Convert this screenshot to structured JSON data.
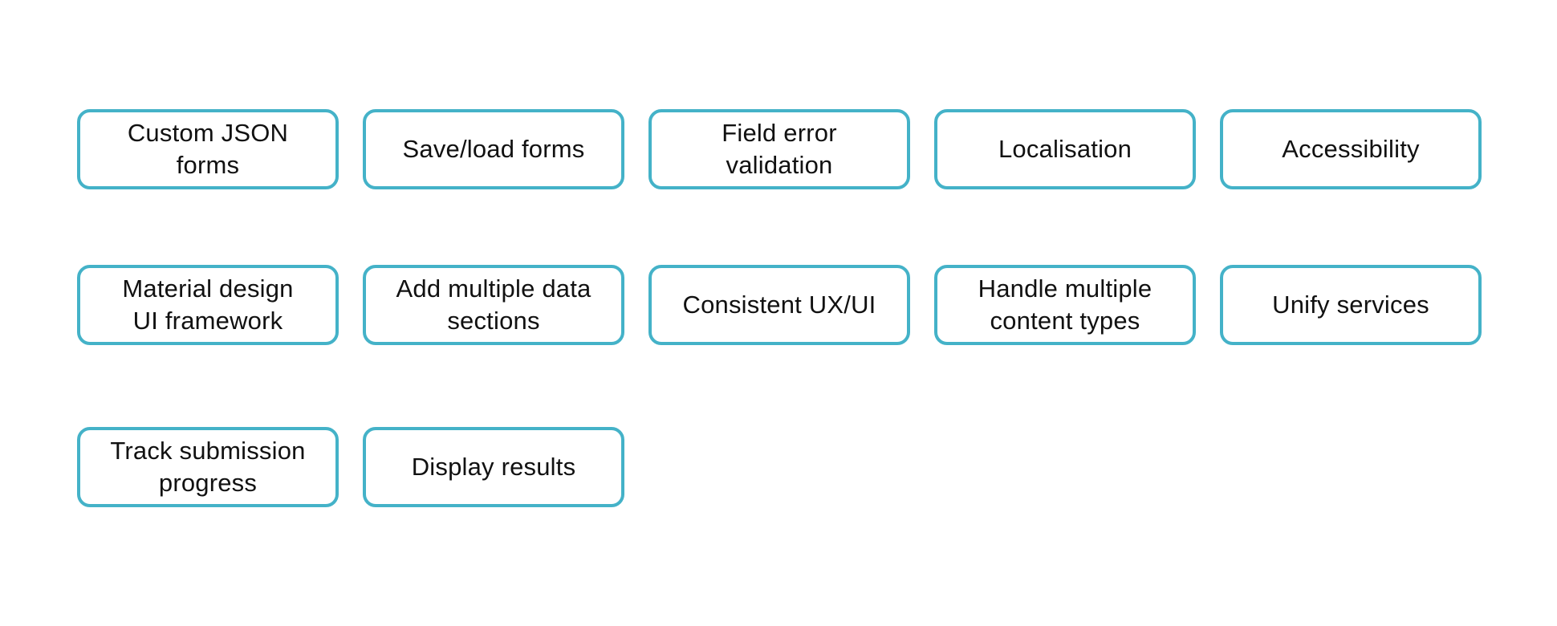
{
  "canvas": {
    "background_color": "#ffffff"
  },
  "card_style": {
    "border_color": "#44b2c8",
    "fill_color": "#ffffff",
    "text_color": "#111111"
  },
  "rows": [
    {
      "cards": [
        {
          "label": "Custom JSON\nforms"
        },
        {
          "label": "Save/load forms"
        },
        {
          "label": "Field error\nvalidation"
        },
        {
          "label": "Localisation"
        },
        {
          "label": "Accessibility"
        }
      ]
    },
    {
      "cards": [
        {
          "label": "Material design\nUI framework"
        },
        {
          "label": "Add multiple data\nsections"
        },
        {
          "label": "Consistent UX/UI"
        },
        {
          "label": "Handle multiple\ncontent types"
        },
        {
          "label": "Unify services"
        }
      ]
    },
    {
      "cards": [
        {
          "label": "Track submission\nprogress"
        },
        {
          "label": "Display results"
        }
      ]
    }
  ]
}
